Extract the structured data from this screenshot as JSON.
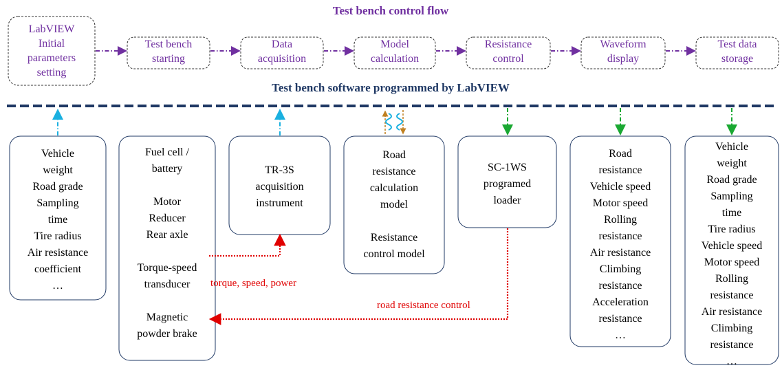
{
  "flow_title": "Test bench control flow",
  "software_title": "Test bench software programmed by LabVIEW",
  "flow_steps": [
    {
      "lines": [
        "LabVIEW",
        "Initial",
        "parameters",
        "setting"
      ]
    },
    {
      "lines": [
        "Test bench",
        "starting"
      ]
    },
    {
      "lines": [
        "Data",
        "acquisition"
      ]
    },
    {
      "lines": [
        "Model",
        "calculation"
      ]
    },
    {
      "lines": [
        "Resistance",
        "control"
      ]
    },
    {
      "lines": [
        "Waveform",
        "display"
      ]
    },
    {
      "lines": [
        "Test data",
        "storage"
      ]
    }
  ],
  "boxes": [
    {
      "id": "input-params",
      "lines": [
        "Vehicle",
        "weight",
        "Road grade",
        "Sampling",
        "time",
        "Tire radius",
        "Air resistance",
        "coefficient",
        "…"
      ]
    },
    {
      "id": "hardware",
      "lines": [
        "Fuel cell /",
        "battery",
        "",
        "Motor",
        "Reducer",
        "Rear axle",
        "",
        "Torque-speed",
        "transducer",
        "",
        "Magnetic",
        "powder brake"
      ]
    },
    {
      "id": "tr3s",
      "lines": [
        "TR-3S",
        "acquisition",
        "instrument"
      ]
    },
    {
      "id": "models",
      "lines": [
        "Road",
        "resistance",
        "calculation",
        "model",
        "",
        "Resistance",
        "control model"
      ]
    },
    {
      "id": "sc1ws",
      "lines": [
        "SC-1WS",
        "programed",
        "loader"
      ]
    },
    {
      "id": "waveform-outputs",
      "lines": [
        "Road",
        "resistance",
        "Vehicle speed",
        "Motor speed",
        "Rolling",
        "resistance",
        "Air resistance",
        "Climbing",
        "resistance",
        "Acceleration",
        "resistance",
        "…"
      ]
    },
    {
      "id": "storage-outputs",
      "lines": [
        "Vehicle",
        "weight",
        "Road grade",
        "Sampling",
        "time",
        "Tire radius",
        "Vehicle speed",
        "Motor speed",
        "Rolling",
        "resistance",
        "Air resistance",
        "Climbing",
        "resistance",
        "…"
      ]
    }
  ],
  "signals": {
    "torque_label": "torque, speed, power",
    "road_label": "road resistance control"
  },
  "colors": {
    "flow": "#7030a0",
    "divider": "#1f3864",
    "input_arrow": "#1ab0e0",
    "output_arrow": "#1aa832",
    "signal": "#e00000",
    "model_arrow": "#c08020"
  }
}
